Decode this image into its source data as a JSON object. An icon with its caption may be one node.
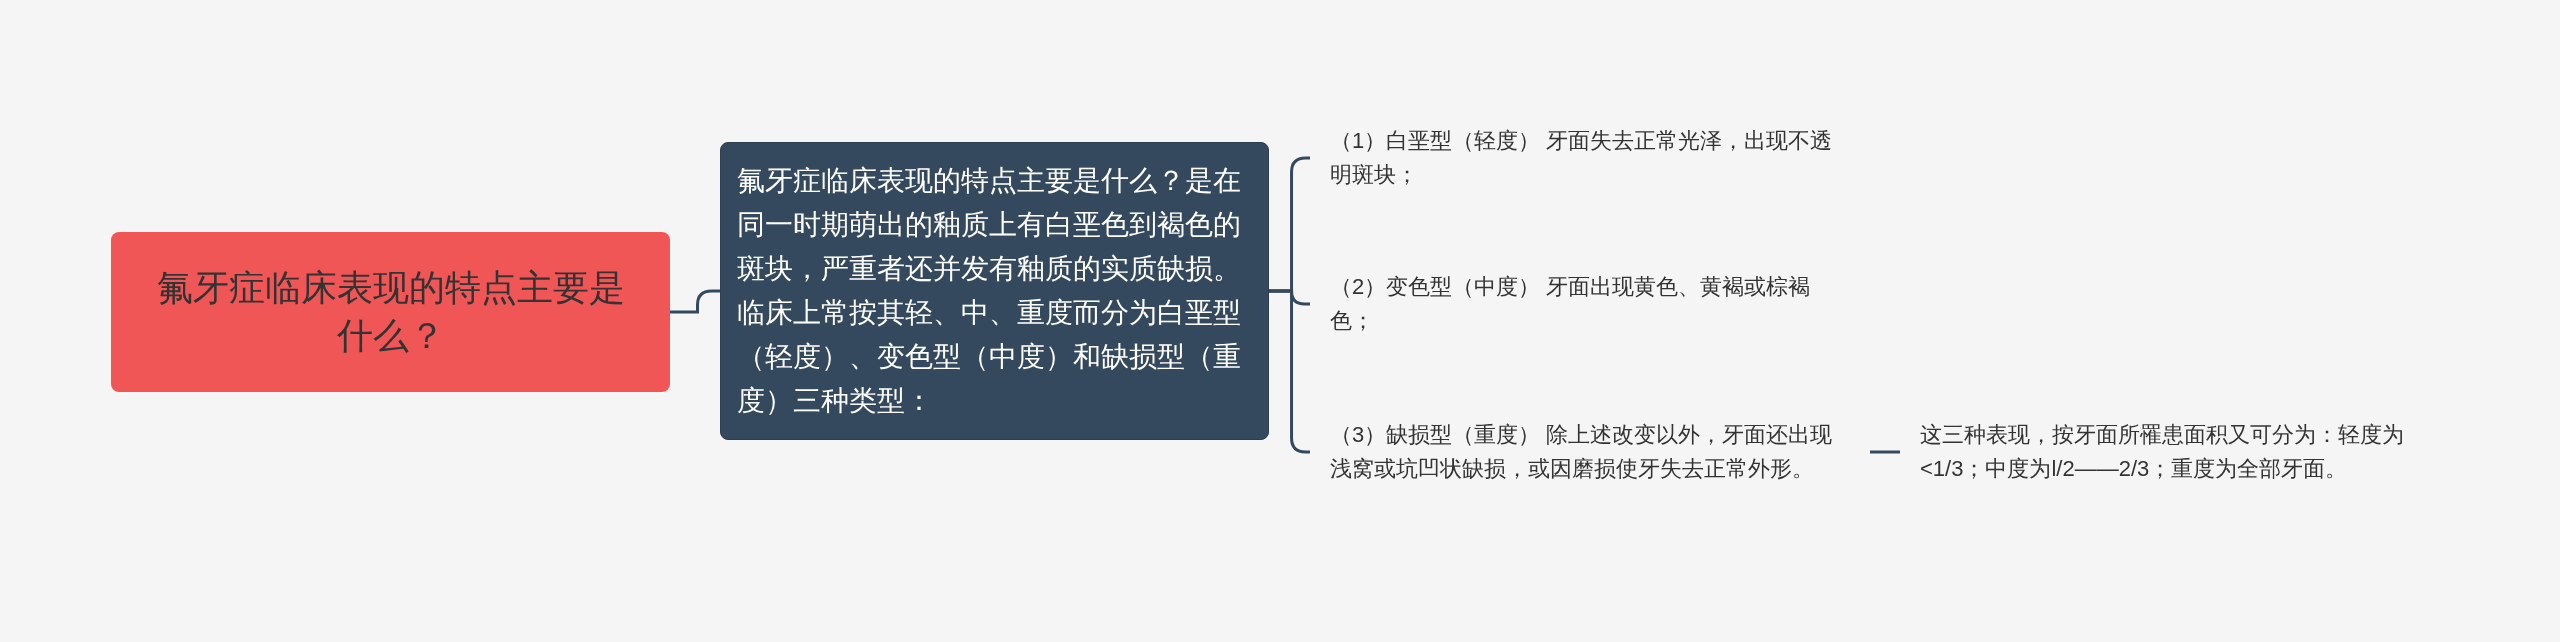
{
  "diagram": {
    "nodes": [
      {
        "text": [
          "氟牙症临床表现的特点主要是什么？"
        ]
      },
      {
        "text": [
          "氟牙症临床表现的特点主要是什么？是在同一时期萌出的釉质上有白垩色到褐色的斑块，严重者还并发有釉质的实质缺损。临床上常按其轻、中、重度而分为白垩型（轻度）、变色型（中度）和缺损型（重度）三种类型："
        ]
      },
      {
        "text": [
          "（1）白垩型（轻度） 牙面失去正常光泽，出现不透明斑块；"
        ]
      },
      {
        "text": [
          "（2）变色型（中度） 牙面出现黄色、黄褐或棕褐色；"
        ]
      },
      {
        "text": [
          "（3）缺损型（重度） 除上述改变以外，牙面还出现浅窝或坑凹状缺损，或因磨损使牙失去正常外形。"
        ]
      },
      {
        "text": [
          "这三种表现，按牙面所罹患面积又可分为：轻度为<1/3；中度为l/2——2/3；重度为全部牙面。"
        ]
      }
    ],
    "edges": [
      {
        "from": 0,
        "to": 1,
        "arrow": "none"
      },
      {
        "from": 1,
        "to": 2,
        "arrow": "none"
      },
      {
        "from": 1,
        "to": 3,
        "arrow": "none"
      },
      {
        "from": 1,
        "to": 4,
        "arrow": "none"
      },
      {
        "from": 4,
        "to": 5,
        "arrow": "none"
      }
    ]
  }
}
